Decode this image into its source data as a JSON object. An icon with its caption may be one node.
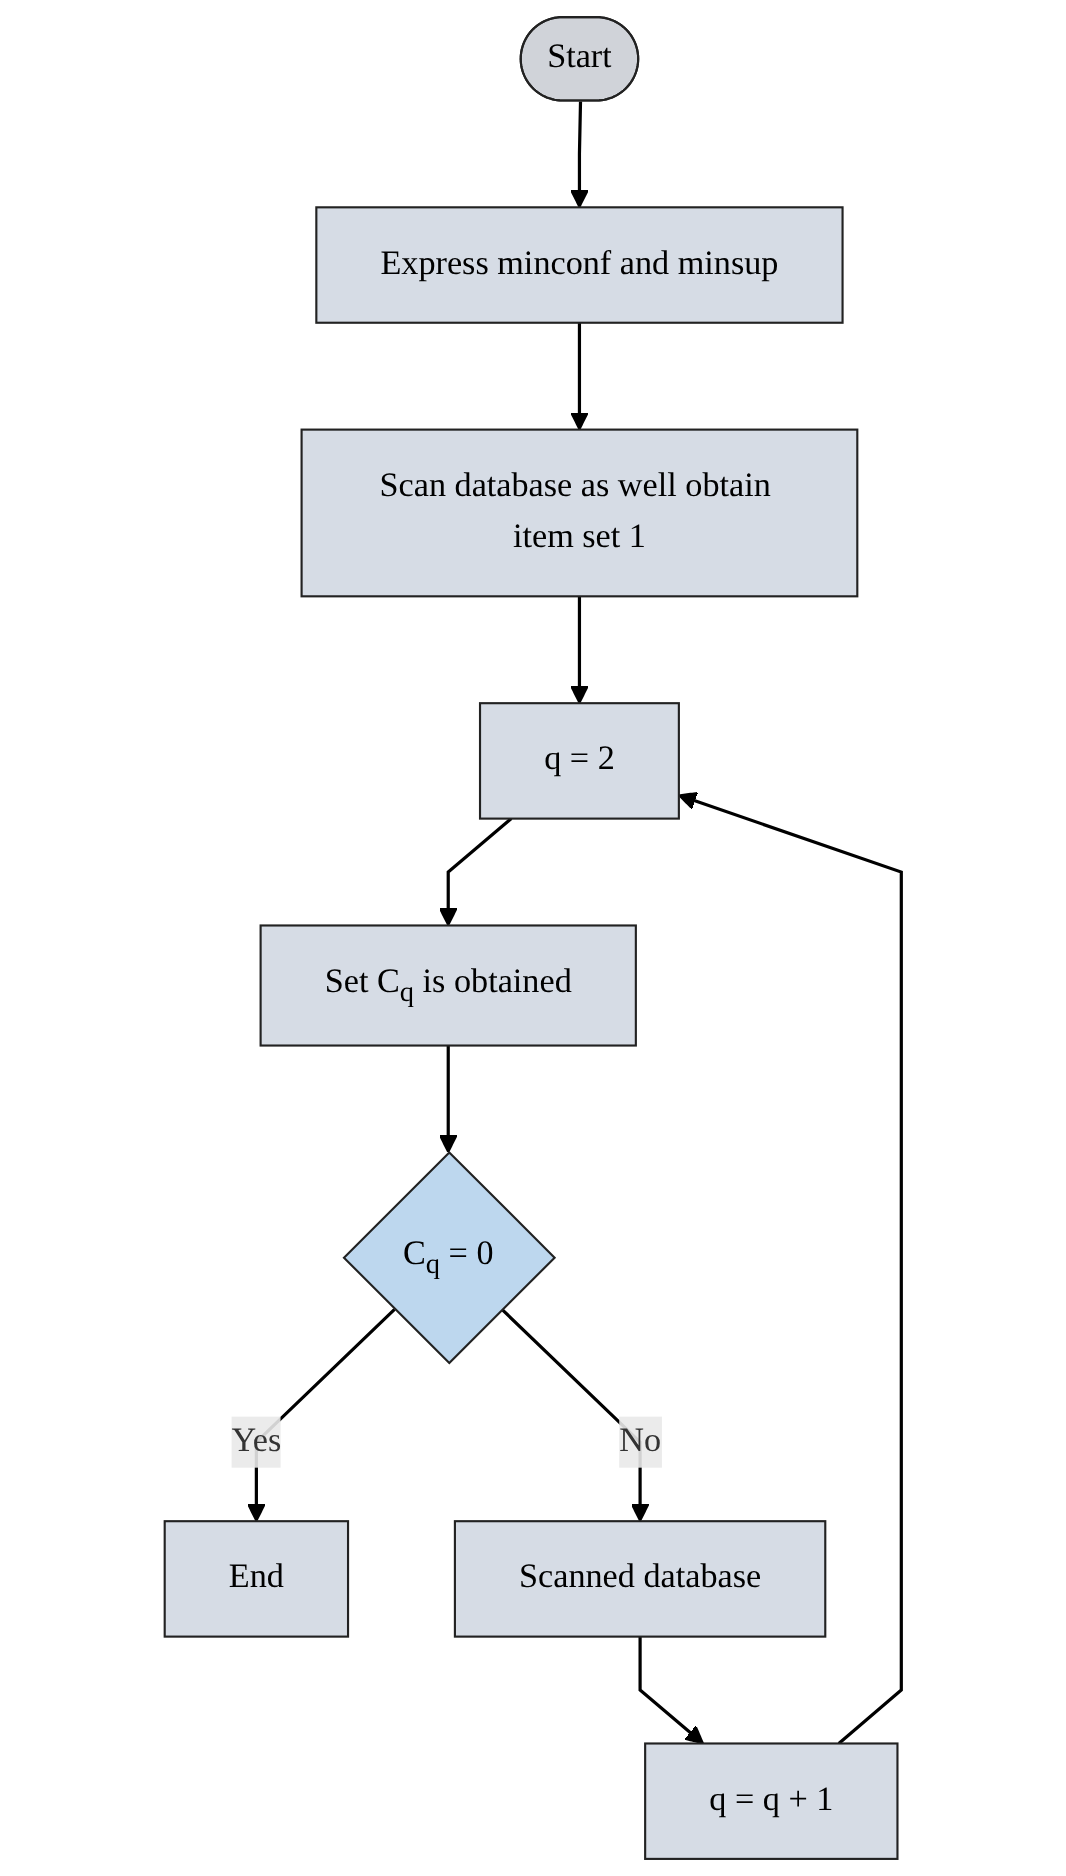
{
  "diagram": {
    "nodes": [
      {
        "text": [
          "Start"
        ]
      },
      {
        "text": [
          "Express minconf and minsup"
        ]
      },
      {
        "text": [
          "Scan database as well obtain item set 1"
        ]
      },
      {
        "text": [
          "q = 2"
        ]
      },
      {
        "text": [
          "Set C$_{q}$ is obtained"
        ]
      },
      {
        "text": [
          "C$_{q}$ = 0"
        ]
      },
      {
        "text": [
          "End"
        ]
      },
      {
        "text": [
          "Scanned database"
        ]
      },
      {
        "text": [
          "q = q + 1"
        ]
      }
    ],
    "edges": [
      {
        "from": 0,
        "to": 1,
        "arrow": "to"
      },
      {
        "from": 1,
        "to": 2,
        "arrow": "to"
      },
      {
        "from": 2,
        "to": 3,
        "arrow": "to"
      },
      {
        "from": 3,
        "to": 4,
        "arrow": "to"
      },
      {
        "from": 4,
        "to": 5,
        "arrow": "to"
      },
      {
        "from": 5,
        "to": 6,
        "label": "Yes",
        "arrow": "to"
      },
      {
        "from": 5,
        "to": 7,
        "label": "No",
        "arrow": "to"
      },
      {
        "from": 7,
        "to": 8,
        "arrow": "to"
      },
      {
        "from": 8,
        "to": 3,
        "arrow": "to"
      }
    ]
  }
}
